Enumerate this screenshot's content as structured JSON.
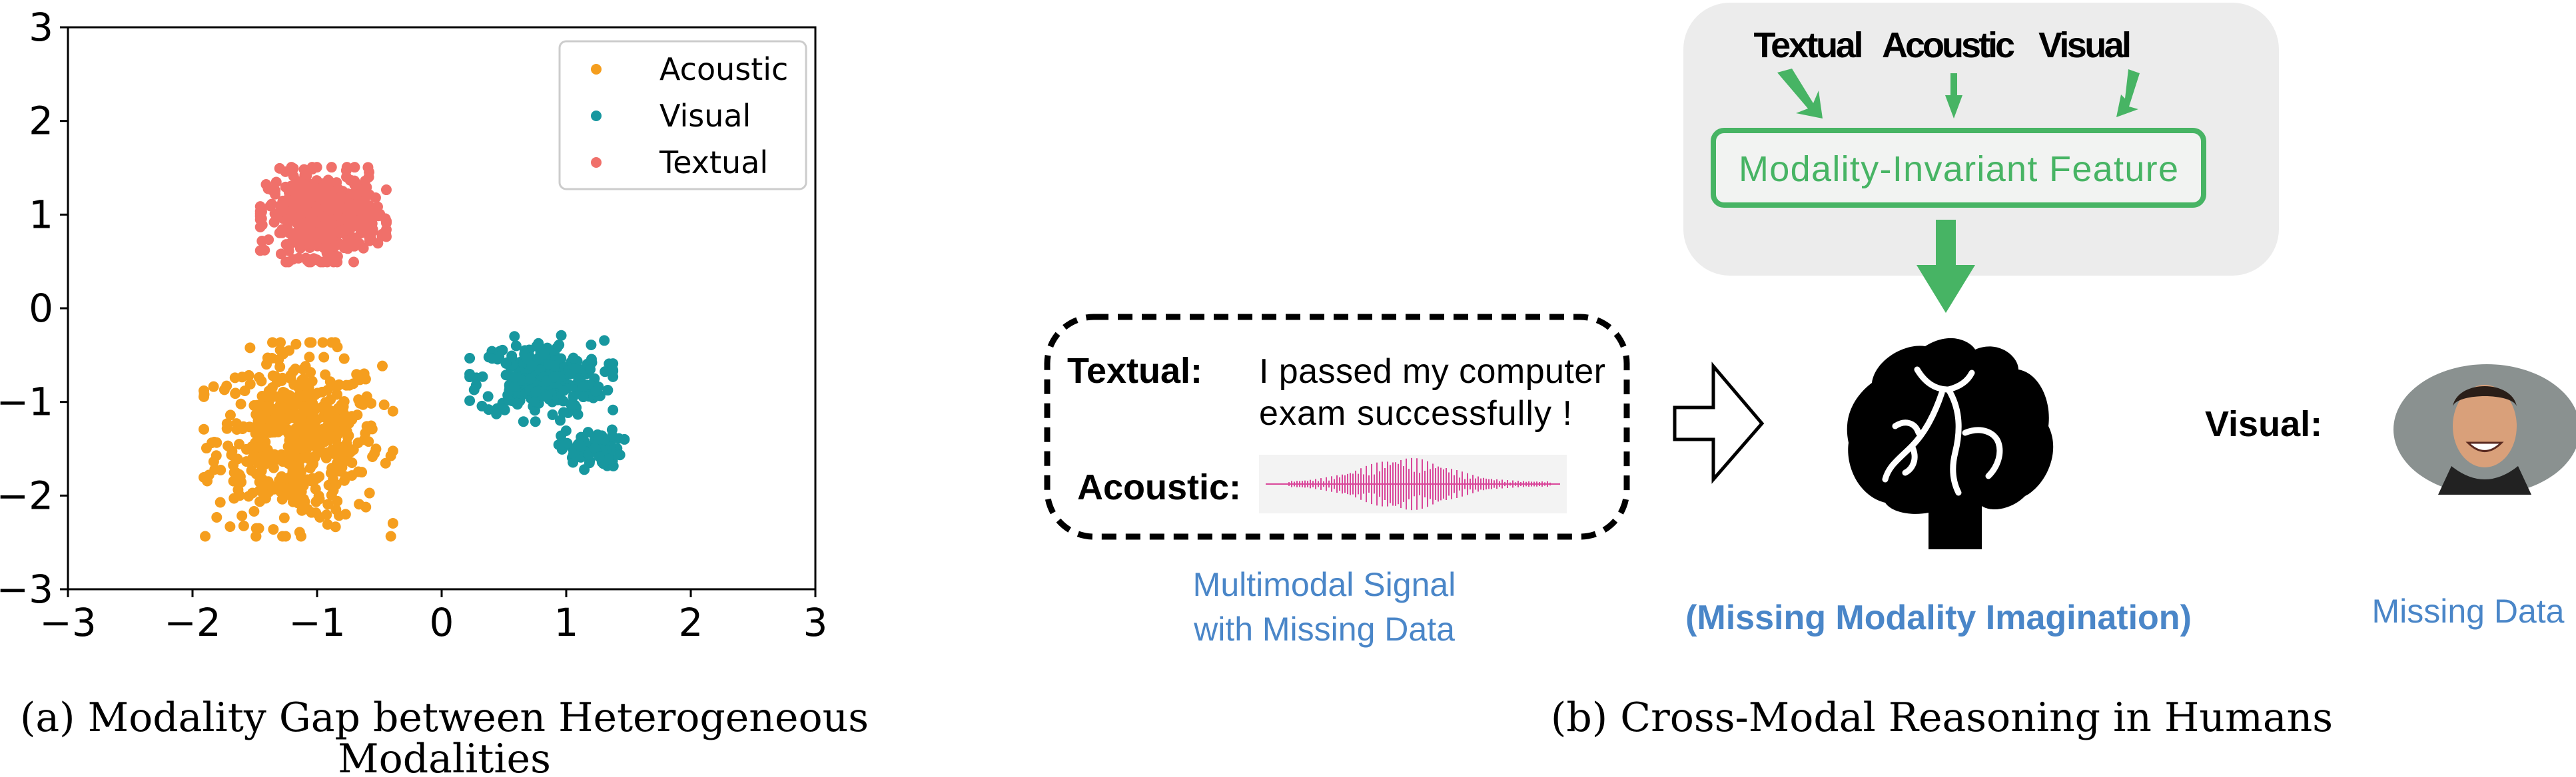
{
  "chart_data": {
    "type": "scatter",
    "title": "",
    "xlabel": "",
    "ylabel": "",
    "xlim": [
      -3,
      3
    ],
    "ylim": [
      -3,
      3
    ],
    "xticks": [
      "−3",
      "−2",
      "−1",
      "0",
      "1",
      "2",
      "3"
    ],
    "yticks": [
      "−3",
      "−2",
      "−1",
      "0",
      "1",
      "2",
      "3"
    ],
    "grid": false,
    "legend_position": "top-right",
    "series": [
      {
        "name": "Acoustic",
        "color": "#f59e1e",
        "clusters": [
          {
            "cx": -1.15,
            "cy": -1.4,
            "sx": 0.33,
            "sy": 0.45,
            "n": 520
          }
        ]
      },
      {
        "name": "Visual",
        "color": "#17979f",
        "clusters": [
          {
            "cx": 0.8,
            "cy": -0.75,
            "sx": 0.25,
            "sy": 0.2,
            "n": 260
          },
          {
            "cx": 1.2,
            "cy": -1.5,
            "sx": 0.12,
            "sy": 0.1,
            "n": 70
          }
        ]
      },
      {
        "name": "Textual",
        "color": "#f0706a",
        "clusters": [
          {
            "cx": -0.95,
            "cy": 1.0,
            "sx": 0.22,
            "sy": 0.22,
            "n": 520
          }
        ]
      }
    ],
    "caption_line1": "(a) Modality Gap between Heterogeneous",
    "caption_line2": "Modalities"
  },
  "diagram": {
    "top_labels": [
      "Textual",
      "Acoustic",
      "Visual"
    ],
    "feature_box": "Modality-Invariant Feature",
    "signal_textual_label": "Textual:",
    "signal_textual_line1": "I passed my computer",
    "signal_textual_line2": "exam successfully !",
    "signal_acoustic_label": "Acoustic:",
    "signal_caption_line1": "Multimodal Signal",
    "signal_caption_line2": "with Missing Data",
    "brain_caption": "(Missing Modality Imagination)",
    "visual_label": "Visual:",
    "missing_caption": "Missing Data",
    "caption": "(b) Cross-Modal Reasoning in Humans",
    "colors": {
      "green": "#47b464",
      "blue": "#4a86c8",
      "panel": "#ececec",
      "wave": "#d9479a"
    }
  }
}
